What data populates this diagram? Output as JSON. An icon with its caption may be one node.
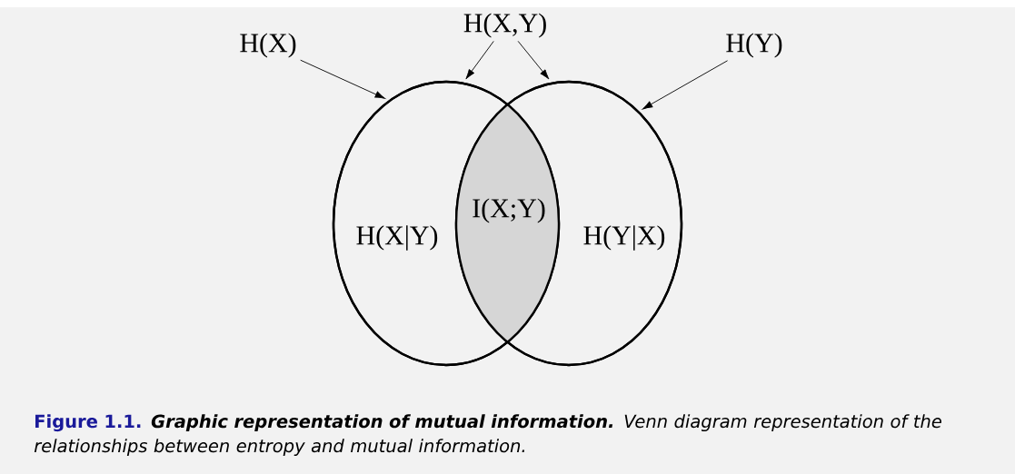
{
  "diagram": {
    "caption": "**Graphic representation of mutual information.** Venn diagram representation of the relationships between entropy and mutual information.",
    "nodes": [
      {
        "text": [
          "H(X)"
        ]
      },
      {
        "text": [
          "H(X,Y)"
        ]
      },
      {
        "text": [
          "H(Y)"
        ]
      },
      {
        "text": [
          "H(X|Y)"
        ]
      },
      {
        "text": [
          "H(Y|X)"
        ]
      },
      {
        "text": [
          "I(X;Y)"
        ]
      }
    ],
    "edges": [
      {
        "from": 0,
        "to": 3,
        "arrow": "to"
      },
      {
        "from": 1,
        "to": 3,
        "arrow": "to"
      },
      {
        "from": 1,
        "to": 4,
        "arrow": "to"
      },
      {
        "from": 2,
        "to": 4,
        "arrow": "to"
      }
    ],
    "labels": [
      "Figure 1.1."
    ]
  }
}
